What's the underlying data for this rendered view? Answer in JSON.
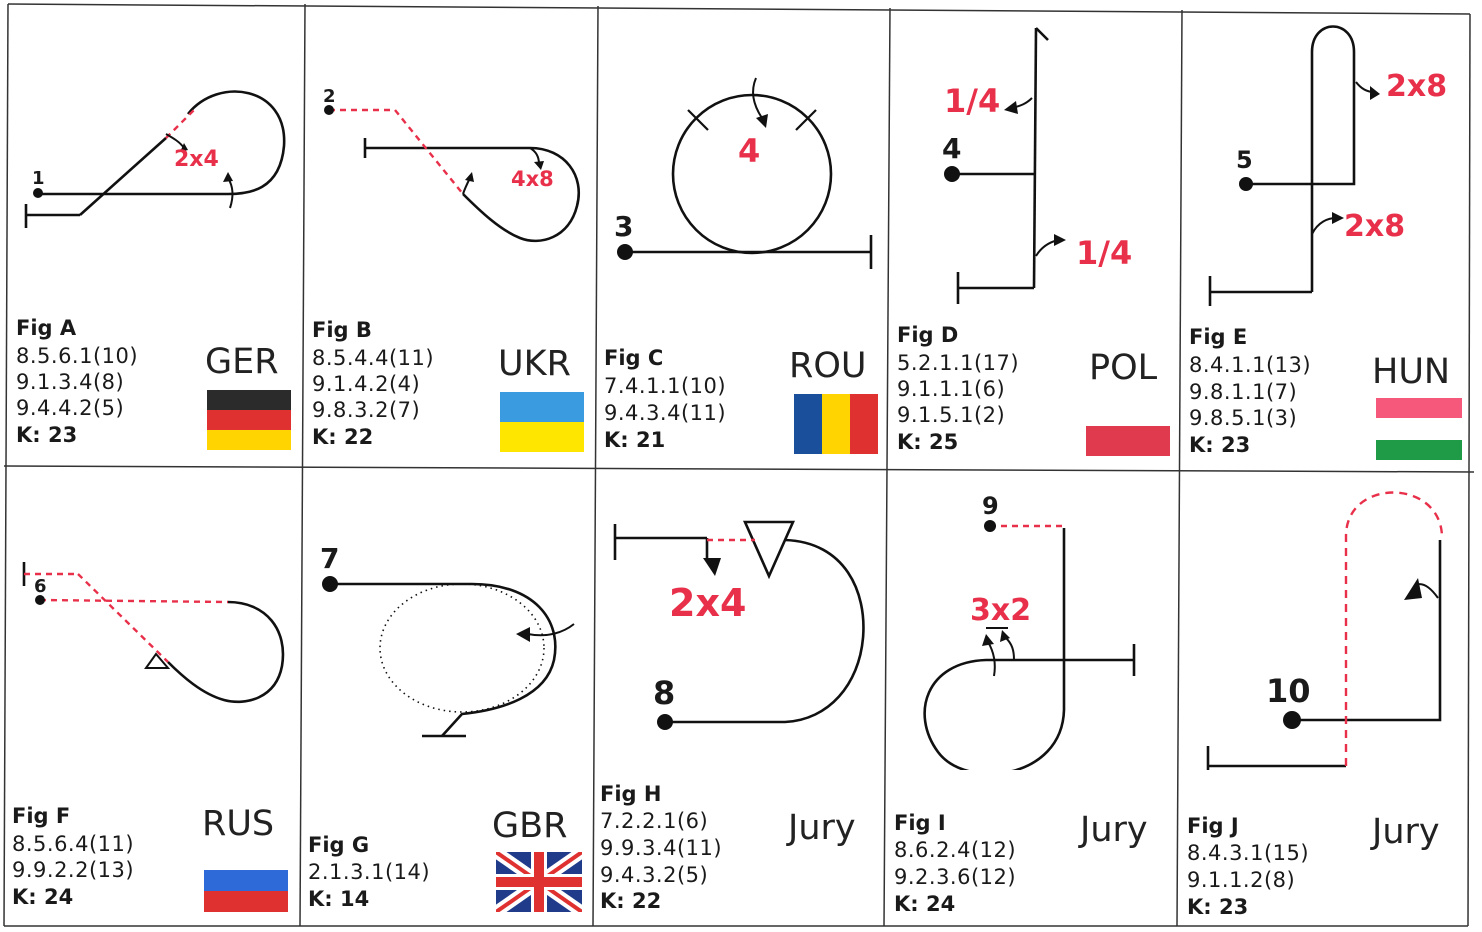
{
  "cells": [
    {
      "id": "A",
      "title": "Fig A",
      "codes": [
        "8.5.6.1(10)",
        "9.1.3.4(8)",
        "9.4.4.2(5)"
      ],
      "k": "K: 23",
      "country": "GER",
      "start_number": "1",
      "labels": [
        "2x4"
      ],
      "flag_colors": [
        "#1a1a1a",
        "#e03131",
        "#ffd400"
      ]
    },
    {
      "id": "B",
      "title": "Fig B",
      "codes": [
        "8.5.4.4(11)",
        "9.1.4.2(4)",
        "9.8.3.2(7)"
      ],
      "k": "K: 22",
      "country": "UKR",
      "start_number": "2",
      "labels": [
        "4x8"
      ],
      "flag_colors": [
        "#2e8ad8",
        "#ffe600"
      ]
    },
    {
      "id": "C",
      "title": "Fig C",
      "codes": [
        "7.4.1.1(10)",
        "9.4.3.4(11)"
      ],
      "k": "K: 21",
      "country": "ROU",
      "start_number": "3",
      "labels": [
        "4"
      ],
      "flag_colors": [
        "#1a4f9c",
        "#ffd400",
        "#e03131"
      ]
    },
    {
      "id": "D",
      "title": "Fig D",
      "codes": [
        "5.2.1.1(17)",
        "9.1.1.1(6)",
        "9.1.5.1(2)"
      ],
      "k": "K: 25",
      "country": "POL",
      "start_number": "4",
      "labels": [
        "1/4",
        "1/4"
      ],
      "flag_colors": [
        "#ffffff",
        "#e03a4e"
      ]
    },
    {
      "id": "E",
      "title": "Fig E",
      "codes": [
        "8.4.1.1(13)",
        "9.8.1.1(7)",
        "9.8.5.1(3)"
      ],
      "k": "K: 23",
      "country": "HUN",
      "start_number": "5",
      "labels": [
        "2x8",
        "2x8"
      ],
      "flag_colors": [
        "#f5587a",
        "#ffffff",
        "#1f9a47"
      ]
    },
    {
      "id": "F",
      "title": "Fig F",
      "codes": [
        "8.5.6.4(11)",
        "9.9.2.2(13)"
      ],
      "k": "K: 24",
      "country": "RUS",
      "start_number": "6",
      "labels": [],
      "flag_colors": [
        "#ffffff",
        "#2e6bd8",
        "#e03131"
      ]
    },
    {
      "id": "G",
      "title": "Fig G",
      "codes": [
        "2.1.3.1(14)"
      ],
      "k": "K: 14",
      "country": "GBR",
      "start_number": "7",
      "labels": [],
      "flag_colors": [
        "#1f3b8a",
        "#ffffff",
        "#e03131"
      ]
    },
    {
      "id": "H",
      "title": "Fig H",
      "codes": [
        "7.2.2.1(6)",
        "9.9.3.4(11)",
        "9.4.3.2(5)"
      ],
      "k": "K: 22",
      "country": "Jury",
      "start_number": "8",
      "labels": [
        "2x4"
      ]
    },
    {
      "id": "I",
      "title": "Fig I",
      "codes": [
        "8.6.2.4(12)",
        "9.2.3.6(12)"
      ],
      "k": "K: 24",
      "country": "Jury",
      "start_number": "9",
      "labels": [
        "3x2"
      ]
    },
    {
      "id": "J",
      "title": "Fig J",
      "codes": [
        "8.4.3.1(15)",
        "9.1.1.2(8)"
      ],
      "k": "K: 23",
      "country": "Jury",
      "start_number": "10",
      "labels": []
    }
  ]
}
